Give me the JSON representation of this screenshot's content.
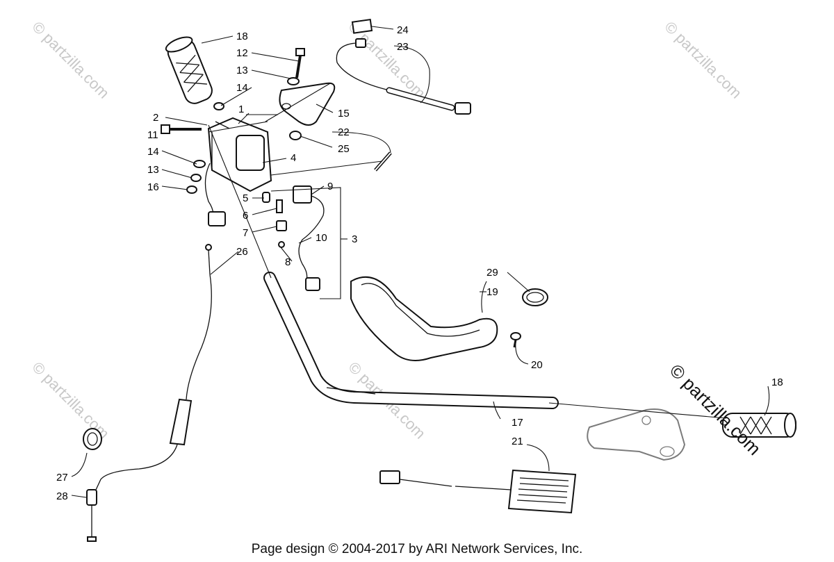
{
  "watermark": "© partzilla.com",
  "callouts": {
    "c1": "1",
    "c2": "2",
    "c3": "3",
    "c4": "4",
    "c5": "5",
    "c6": "6",
    "c7": "7",
    "c8": "8",
    "c9": "9",
    "c10": "10",
    "c11": "11",
    "c12": "12",
    "c13a": "13",
    "c13b": "13",
    "c14a": "14",
    "c14b": "14",
    "c15": "15",
    "c16": "16",
    "c17": "17",
    "c18a": "18",
    "c18b": "18",
    "c19": "19",
    "c20": "20",
    "c21": "21",
    "c22": "22",
    "c23": "23",
    "c24": "24",
    "c25": "25",
    "c26": "26",
    "c27": "27",
    "c28": "28",
    "c29": "29"
  },
  "footer": "Page design © 2004-2017 by ARI Network Services, Inc."
}
